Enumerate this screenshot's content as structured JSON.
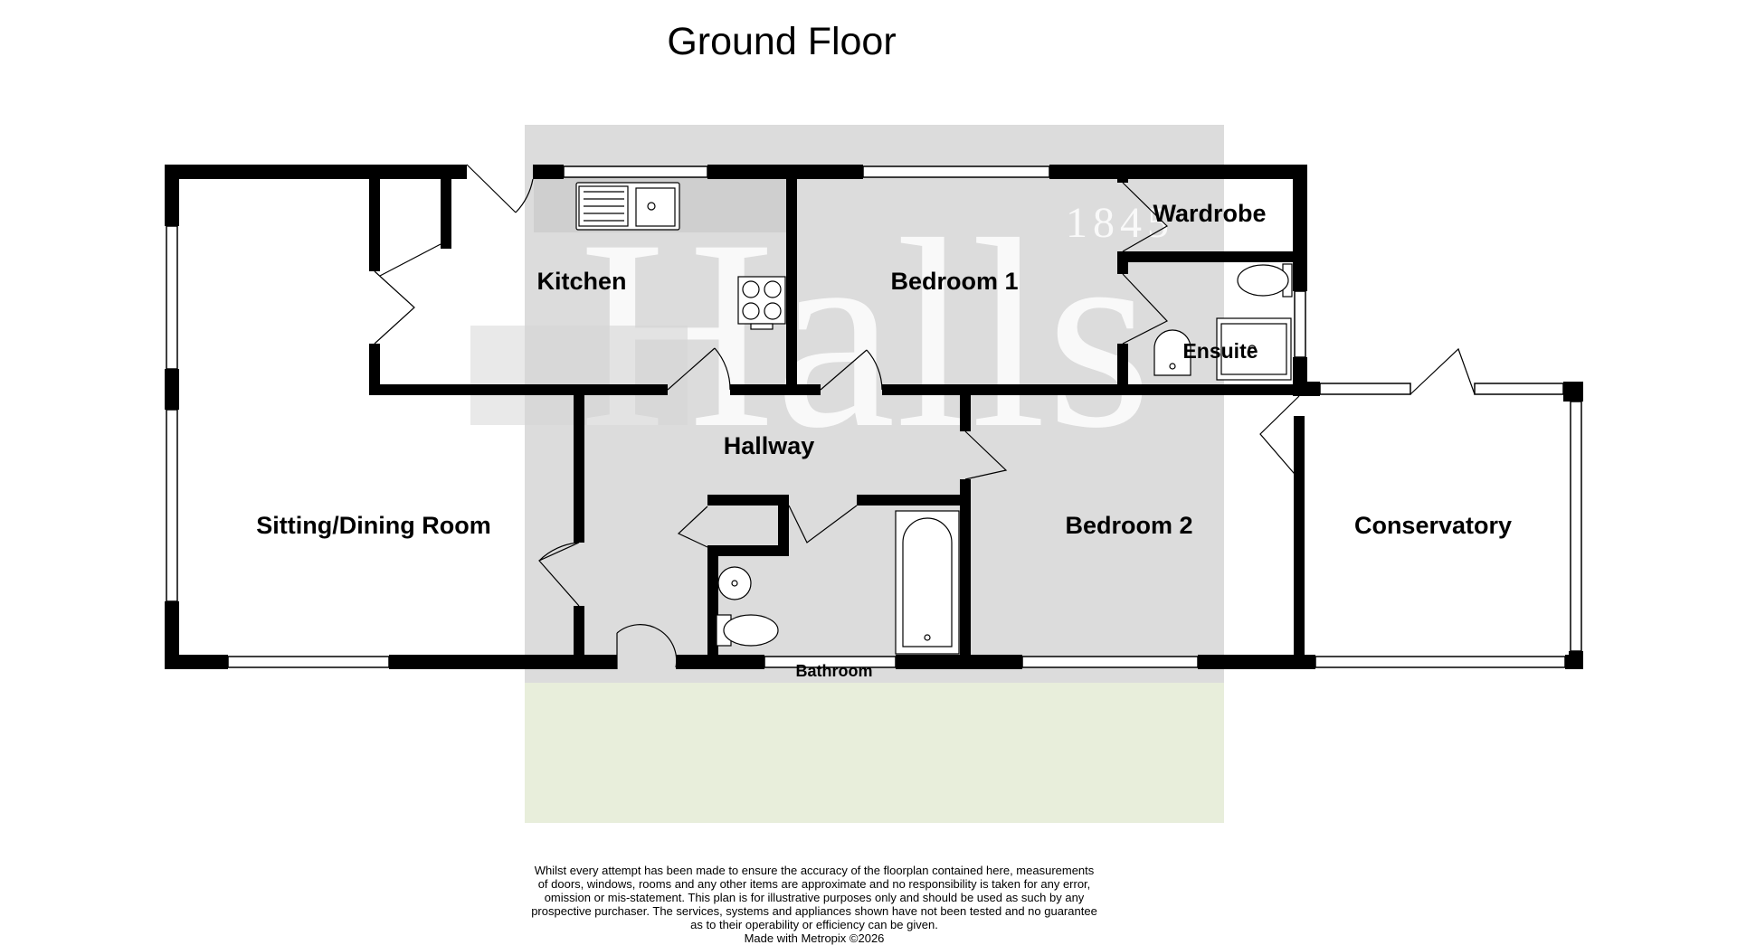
{
  "title": "Ground Floor",
  "watermark": {
    "brand": "Halls",
    "year": "1845"
  },
  "rooms": {
    "kitchen": "Kitchen",
    "bedroom1": "Bedroom 1",
    "wardrobe": "Wardrobe",
    "ensuite": "Ensuite",
    "hallway": "Hallway",
    "sitting_dining": "Sitting/Dining Room",
    "bedroom2": "Bedroom 2",
    "conservatory": "Conservatory",
    "bathroom": "Bathroom"
  },
  "disclaimer": {
    "lines": [
      "Whilst every attempt has been made to ensure the accuracy of the floorplan contained here, measurements",
      "of doors, windows, rooms and any other items are approximate and no responsibility is taken for any error,",
      "omission or mis-statement. This plan is for illustrative purposes only and should be used as such by any",
      "prospective purchaser. The services, systems and appliances shown have not been tested and no guarantee",
      "as to their operability or efficiency can be given."
    ],
    "credit": "Made with Metropix ©2026"
  },
  "colors": {
    "wall": "#000000",
    "interior_overlay": "#dcdcdc",
    "garden": "#e8eedb",
    "watermark": "#ffffff"
  }
}
